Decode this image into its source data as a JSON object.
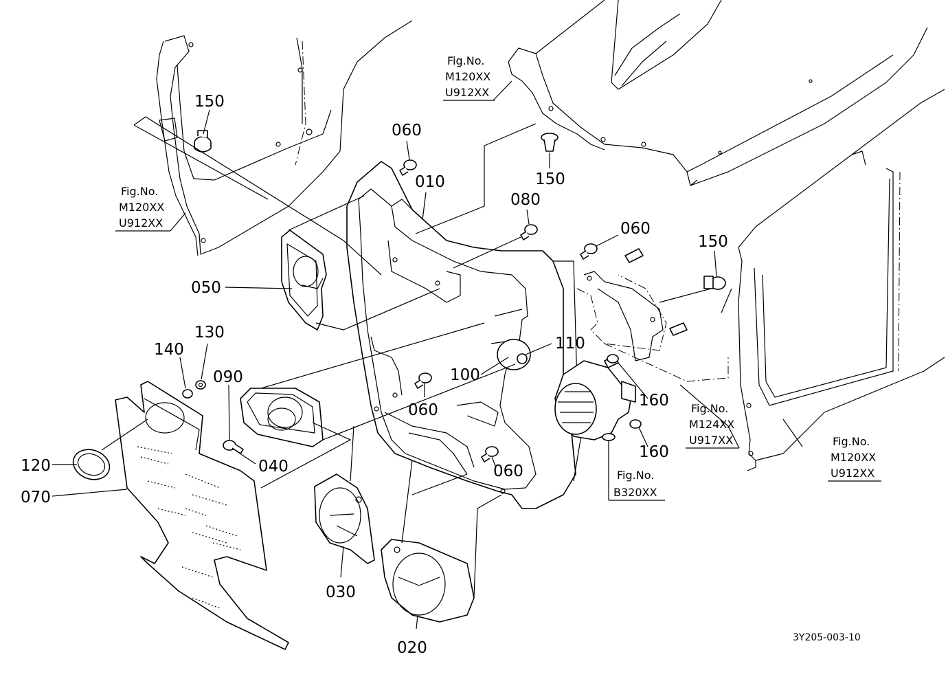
{
  "callouts": [
    "150",
    "060",
    "010",
    "150",
    "080",
    "060",
    "150",
    "050",
    "140",
    "130",
    "090",
    "110",
    "100",
    "160",
    "160",
    "120",
    "070",
    "040",
    "060",
    "060",
    "030",
    "020"
  ],
  "fig_refs": [
    {
      "fig": "Fig.No.",
      "code1": "M120XX",
      "code2": "U912XX"
    },
    {
      "fig": "Fig.No.",
      "code1": "M120XX",
      "code2": "U912XX"
    },
    {
      "fig": "Fig.No.",
      "code1": "M124XX",
      "code2": "U917XX"
    },
    {
      "fig": "Fig.No.",
      "code1": "M120XX",
      "code2": "U912XX"
    },
    {
      "fig": "Fig.No.",
      "code": "B320XX"
    }
  ],
  "doc_id": "3Y205-003-10"
}
